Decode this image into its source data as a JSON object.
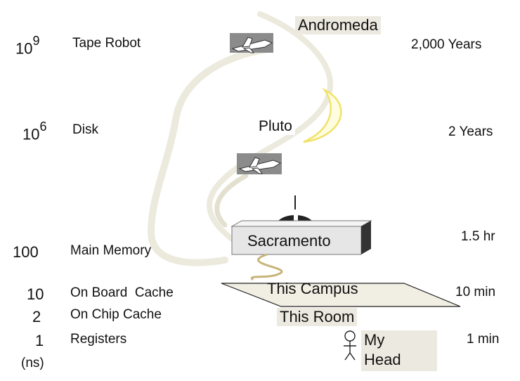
{
  "levels": [
    {
      "magnitude": "10",
      "exponent": "9",
      "name": "Tape Robot",
      "place": "Andromeda",
      "time": "2,000 Years"
    },
    {
      "magnitude": "10",
      "exponent": "6",
      "name": "Disk",
      "place": "Pluto",
      "time": "2 Years"
    },
    {
      "magnitude": "100",
      "exponent": "",
      "name": "Main Memory",
      "place": "Sacramento",
      "time": "1.5 hr"
    },
    {
      "magnitude": "10",
      "exponent": "",
      "name": "On Board  Cache",
      "place": "This Campus",
      "time": "10 min"
    },
    {
      "magnitude": "2",
      "exponent": "",
      "name": "On Chip Cache",
      "place": "This Room",
      "time": ""
    },
    {
      "magnitude": "1",
      "exponent": "",
      "name": "Registers",
      "place": "My Head",
      "time": "1 min"
    }
  ],
  "unit": "(ns)",
  "my_head_line1": "My",
  "my_head_line2": "Head",
  "icons": [
    "plane-icon",
    "moon-icon",
    "capitol-icon",
    "stick-figure-icon"
  ],
  "colors": {
    "path": "#ece9dd",
    "path_stroke": "#d8d4c2",
    "moon_fill": "#fffde0",
    "moon_stroke": "#f0e26a",
    "label_bg": "#eceae0",
    "capitol": "#222222",
    "road": "#c8b47a"
  }
}
